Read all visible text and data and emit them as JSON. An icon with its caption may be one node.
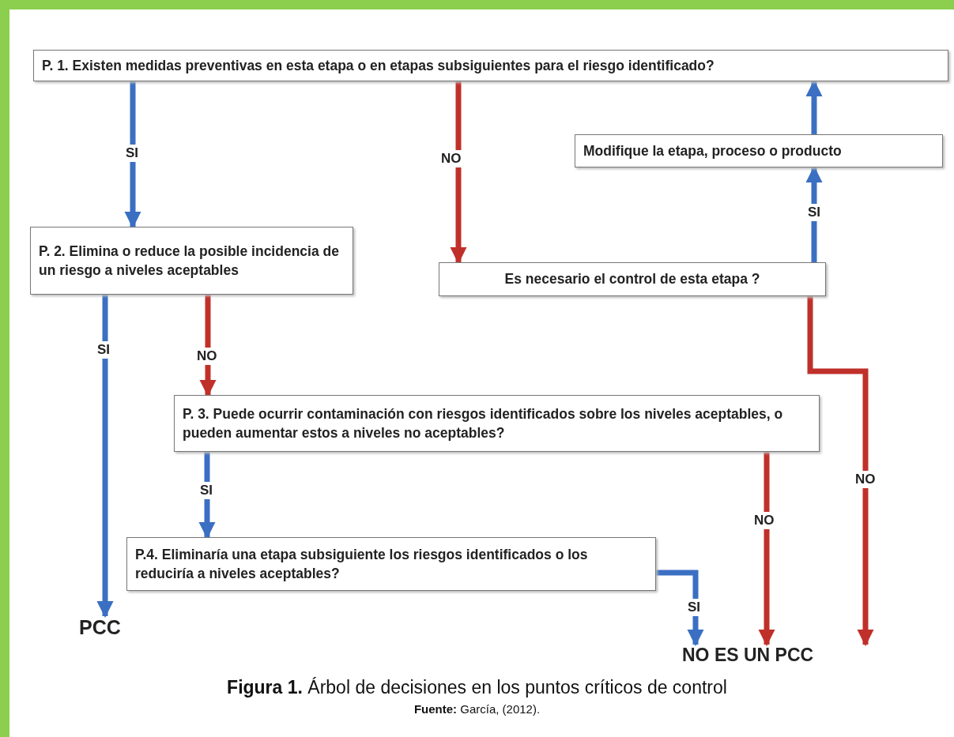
{
  "diagram": {
    "caption": "**Figura 1.** Árbol de decisiones en los puntos críticos de control",
    "nodes": [
      {
        "text": [
          "P. 1. Existen medidas preventivas en esta etapa o en etapas subsiguientes para el riesgo identificado?"
        ]
      },
      {
        "text": [
          "P. 2. Elimina o reduce la posible incidencia de un riesgo a niveles aceptables"
        ]
      },
      {
        "text": [
          "Modifique la etapa, proceso o producto"
        ]
      },
      {
        "text": [
          "Es necesario el control de esta etapa ?"
        ]
      },
      {
        "text": [
          "P. 3. Puede ocurrir contaminación con riesgos identificados sobre los niveles aceptables, o pueden aumentar estos a niveles no aceptables?"
        ]
      },
      {
        "text": [
          "P.4. Eliminaría una etapa subsiguiente los riesgos identificados o los reduciría a niveles aceptables?"
        ]
      },
      {
        "text": [
          "PCC"
        ]
      },
      {
        "text": [
          "NO ES UN PCC"
        ]
      }
    ],
    "edges": [
      {
        "from": 0,
        "to": 1,
        "arrow": "to",
        "label": "SI"
      },
      {
        "from": 0,
        "to": 3,
        "arrow": "to",
        "label": "NO",
        "color": "#c0302a"
      },
      {
        "from": 3,
        "to": 2,
        "arrow": "to",
        "label": "SI"
      },
      {
        "from": 2,
        "to": 0,
        "arrow": "to"
      },
      {
        "from": 1,
        "to": 6,
        "arrow": "to",
        "label": "SI"
      },
      {
        "from": 1,
        "to": 4,
        "arrow": "to",
        "label": "NO",
        "color": "#c0302a"
      },
      {
        "from": 3,
        "to": 7,
        "arrow": "to",
        "label": "NO",
        "color": "#c0302a"
      },
      {
        "from": 4,
        "to": 7,
        "arrow": "to",
        "label": "NO",
        "color": "#c0302a"
      },
      {
        "from": 4,
        "to": 5,
        "arrow": "to",
        "label": "SI"
      },
      {
        "from": 5,
        "to": 7,
        "arrow": "to",
        "label": "SI"
      }
    ],
    "labels": [
      "**Fuente:** García, (2012)."
    ]
  }
}
